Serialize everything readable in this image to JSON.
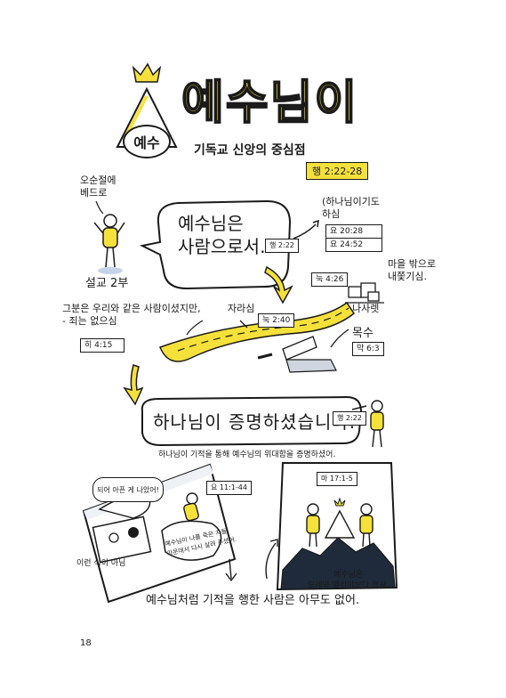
{
  "header": {
    "badge": "예수",
    "title": "예수님이",
    "subtitle": "기독교 신앙의 중심점",
    "scripture": "행 2:22-28"
  },
  "top": {
    "peter_note": "오순절에\n베드로",
    "peter_label": "설교 2부",
    "bubble_main": "예수님은\n사람으로서…",
    "bubble_ref": "행 2:22",
    "prayer_note": "(하나님이기도\n하심",
    "prayer_refs": [
      "요 20:28",
      "요 24:52"
    ],
    "village_note": "마을 밖으로\n내쫓기심.",
    "village_ref": "눅 4:26",
    "nazareth": "나사렛",
    "grew_note": "자라심",
    "grew_ref": "눅 2:40",
    "sinless_note": "그분은 우리와 같은 사람이셨지만,\n- 죄는 없으심",
    "sinless_ref": "히 4:15",
    "carpenter_note": "목수",
    "carpenter_ref": "막 6:3"
  },
  "middle": {
    "bubble_main": "하나님이 증명하셨습니다.",
    "bubble_ref": "행 2:22",
    "caption": "하나님이 기적을 통해 예수님의 위대함을 증명하셨어."
  },
  "bottom": {
    "left_bubble": "되어 아픈 게 나았어!",
    "left_ref": "요 11:1-44",
    "left_caption": "이런 식이 아님",
    "resurrection_note": "예수님이 나를 죽은 자들\n가운데서 다시 살려 주셨어.",
    "right_ref": "마 17:1-5",
    "right_caption": "예수님은\n모세와 엘리야보다 크셔.",
    "final": "예수님처럼 기적을 행한 사람은 아무도 없어.",
    "page_number": "18"
  },
  "colors": {
    "accent": "#f5e13a",
    "ink": "#1a1a1a",
    "mountain": "#1f2a3a",
    "paper": "#ffffff"
  }
}
